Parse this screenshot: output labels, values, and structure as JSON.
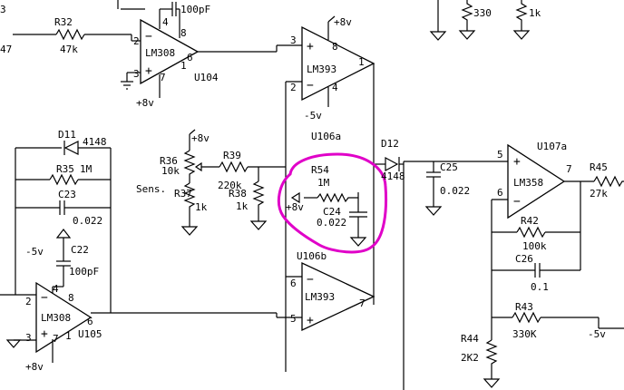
{
  "components": {
    "r32": {
      "ref": "R32",
      "value": "47k"
    },
    "left_frag": "47",
    "left_frag2": "3",
    "c_u104": {
      "value": "100pF"
    },
    "u104": {
      "part": "LM308",
      "ref": "U104",
      "pins": {
        "in_minus": "2",
        "in_plus": "3",
        "p4": "4",
        "p8": "8",
        "out": "6",
        "p7": "7",
        "p1": "1"
      },
      "supply": "+8v"
    },
    "u106a": {
      "part": "LM393",
      "ref": "U106a",
      "pins": {
        "in_plus": "3",
        "in_minus": "2",
        "p8": "8",
        "p4": "4",
        "out": "1"
      },
      "supply_pos": "+8v",
      "supply_neg": "-5v"
    },
    "r_330": {
      "value": "330"
    },
    "r_1k_top": {
      "value": "1k"
    },
    "d11": {
      "ref": "D11",
      "value": "4148"
    },
    "r35": {
      "ref": "R35",
      "value": "1M"
    },
    "c23": {
      "ref": "C23",
      "value": "0.022"
    },
    "r36": {
      "ref": "R36",
      "value": "10k",
      "label": "Sens.",
      "supply": "+8v"
    },
    "r39": {
      "ref": "R39",
      "value": "220k"
    },
    "r37": {
      "ref": "R37",
      "value": "1k"
    },
    "r38": {
      "ref": "R38",
      "value": "1k"
    },
    "r54": {
      "ref": "R54",
      "value": "1M",
      "supply": "+8v"
    },
    "c24": {
      "ref": "C24",
      "value": "0.022"
    },
    "d12": {
      "ref": "D12",
      "value": "4148"
    },
    "c25": {
      "ref": "C25",
      "value": "0.022"
    },
    "u107a": {
      "part": "LM358",
      "ref": "U107a",
      "pins": {
        "in_plus": "5",
        "in_minus": "6",
        "out": "7"
      }
    },
    "r45": {
      "ref": "R45",
      "value": "27k"
    },
    "r42": {
      "ref": "R42",
      "value": "100k"
    },
    "c26": {
      "ref": "C26",
      "value": "0.1"
    },
    "r43": {
      "ref": "R43",
      "value": "330K",
      "supply": "-5v"
    },
    "r44": {
      "ref": "R44",
      "value": "2K2"
    },
    "c22": {
      "ref": "C22",
      "value": "100pF",
      "supply": "-5v"
    },
    "u105": {
      "part": "LM308",
      "ref": "U105",
      "pins": {
        "in_minus": "2",
        "in_plus": "3",
        "p4": "4",
        "p8": "8",
        "out": "6",
        "p7": "7",
        "p1": "1"
      },
      "supply": "+8v"
    },
    "u106b": {
      "part": "LM393",
      "ref": "U106b",
      "pins": {
        "in_minus": "6",
        "in_plus": "5",
        "out": "7"
      }
    }
  },
  "symbols": {
    "plus": "+",
    "minus": "−"
  },
  "colors": {
    "wire": "#000000",
    "highlight": "#e000c8",
    "background": "#ffffff"
  }
}
